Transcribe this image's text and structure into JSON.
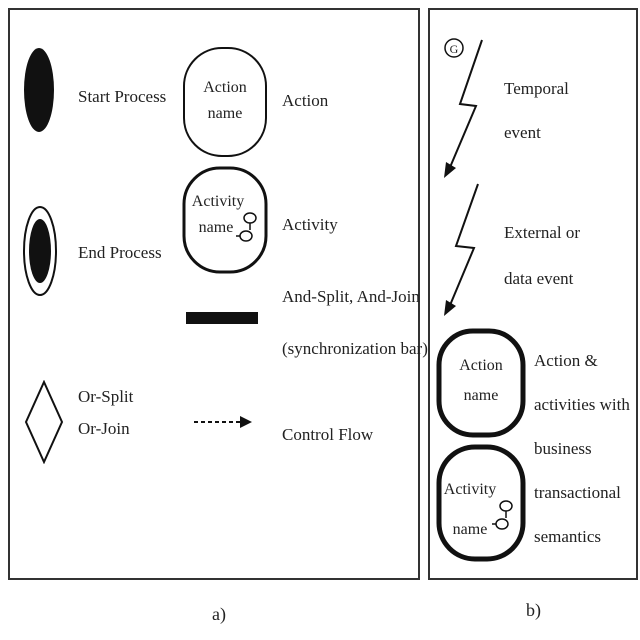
{
  "panel_a": {
    "start_process": "Start Process",
    "end_process": "End Process",
    "or_split_line1": "Or-Split",
    "or_split_line2": "Or-Join",
    "action_inner_line1": "Action",
    "action_inner_line2": "name",
    "action_label": "Action",
    "activity_inner_line1": "Activity",
    "activity_inner_line2": "name",
    "activity_label": "Activity",
    "and_split_line1": "And-Split, And-Join",
    "and_split_line2": "(synchronization bar)",
    "control_flow": "Control Flow",
    "caption": "a)"
  },
  "panel_b": {
    "temporal_symbol": "G",
    "temporal_line1": "Temporal",
    "temporal_line2": "event",
    "external_line1": "External or",
    "external_line2": "data event",
    "txn_action_line1": "Action",
    "txn_action_line2": "name",
    "txn_activity_line1": "Activity",
    "txn_activity_line2": "name",
    "txn_label_line1": "Action &",
    "txn_label_line2": "activities with",
    "txn_label_line3": "business",
    "txn_label_line4": "transactional",
    "txn_label_line5": "semantics",
    "caption": "b)"
  }
}
